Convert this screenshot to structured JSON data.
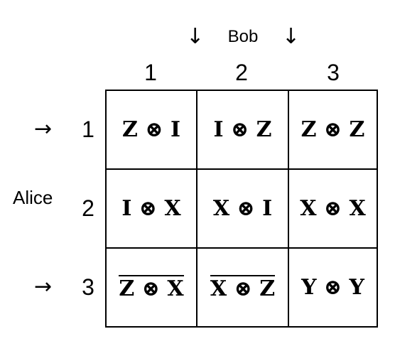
{
  "bob": {
    "label": "Bob",
    "arrow_left": "↓",
    "arrow_right": "↓"
  },
  "alice": {
    "label": "Alice"
  },
  "columns": [
    "1",
    "2",
    "3"
  ],
  "rows": [
    {
      "label": "1",
      "arrow": "→"
    },
    {
      "label": "2",
      "arrow": ""
    },
    {
      "label": "3",
      "arrow": "→"
    }
  ],
  "cells": [
    [
      "Z ⊗ I",
      "I ⊗ Z",
      "Z ⊗ Z"
    ],
    [
      "I ⊗ X",
      "X ⊗ I",
      "X ⊗ X"
    ],
    [
      "Z ⊗ X",
      "X ⊗ Z",
      "Y ⊗ Y"
    ]
  ]
}
